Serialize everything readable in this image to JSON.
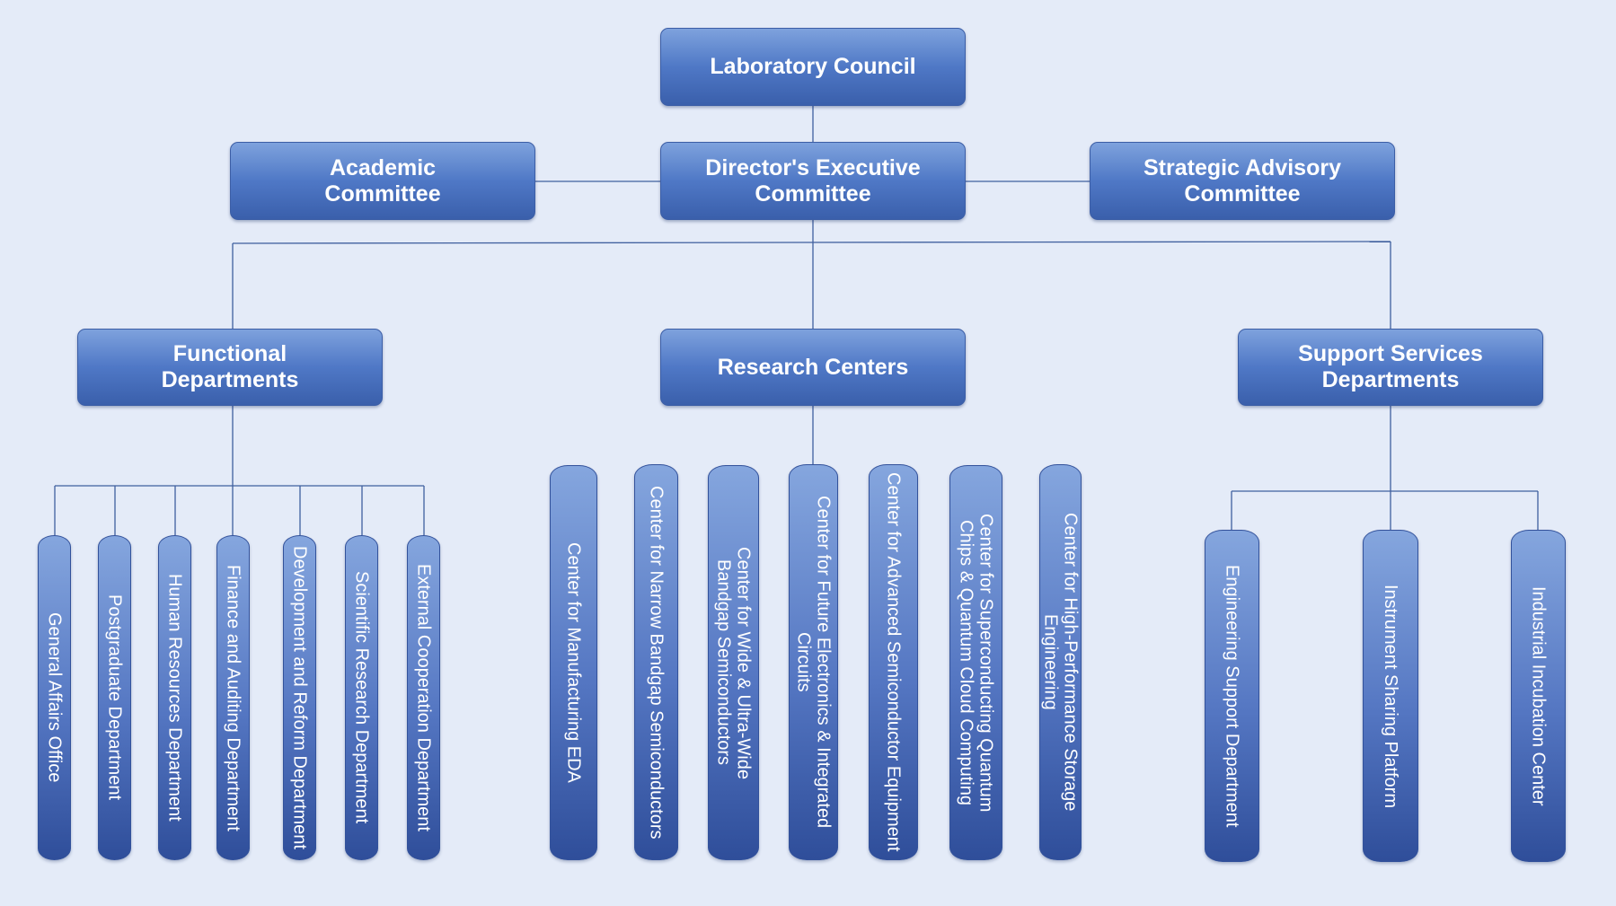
{
  "top": {
    "council": "Laboratory Council"
  },
  "second_row": {
    "academic": "Academic\nCommittee",
    "director": "Director's Executive\nCommittee",
    "strategic": "Strategic Advisory\nCommittee"
  },
  "divisions": {
    "functional": "Functional\nDepartments",
    "research": "Research Centers",
    "support": "Support Services\nDepartments"
  },
  "functional_units": [
    "General Affairs Office",
    "Postgraduate Department",
    "Human Resources Department",
    "Finance and Auditing Department",
    "Development and Reform Department",
    "Scientific Research Department",
    "External Cooperation Department"
  ],
  "research_units": [
    "Center for Manufacturing EDA",
    "Center for Narrow Bandgap Semiconductors",
    "Center for Wide & Ultra-Wide\nBandgap Semiconductors",
    "Center for Future Electronics & Integrated Circuits",
    "Center for Advanced Semiconductor Equipment",
    "Center for Superconducting Quantum\nChips & Quantum Cloud Computing",
    "Center for High-Performance Storage Engineering"
  ],
  "support_units": [
    "Engineering Support Department",
    "Instrument Sharing Platform",
    "Industrial Incubation Center"
  ]
}
